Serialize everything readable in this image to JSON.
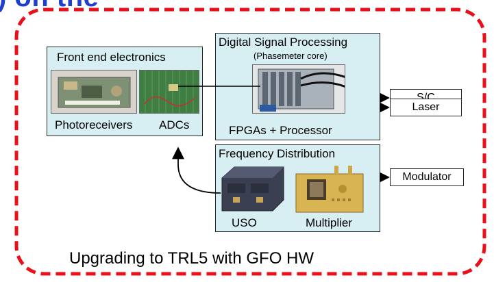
{
  "slide": {
    "title_fragment": ") on the",
    "footer": "Upgrading to TRL5 with GFO HW"
  },
  "front_end": {
    "title": "Front end electronics",
    "photoreceivers_label": "Photoreceivers",
    "adcs_label": "ADCs"
  },
  "dsp": {
    "title": "Digital Signal Processing",
    "subtitle": "(Phasemeter core)",
    "caption": "FPGAs + Processor"
  },
  "freq": {
    "title": "Frequency Distribution",
    "uso_label": "USO",
    "multiplier_label": "Multiplier"
  },
  "outputs": {
    "sc": "S/C",
    "laser": "Laser",
    "modulator": "Modulator"
  },
  "colors": {
    "panel_fill": "#d7eef2",
    "dashed_border": "#e8101a",
    "title_blue": "#1f3fd0"
  }
}
